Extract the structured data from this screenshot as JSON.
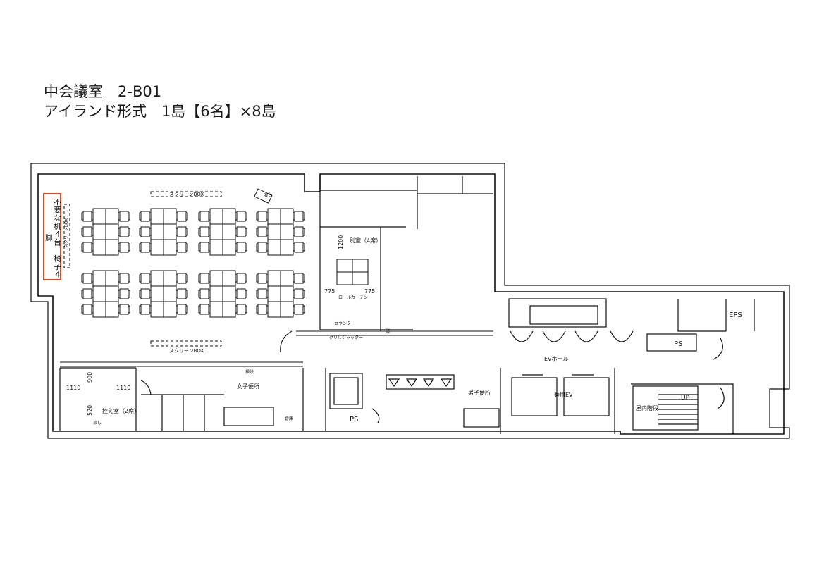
{
  "title": {
    "line1": "中会議室　2-B01",
    "line2": "アイランド形式　1島【6名】×8島"
  },
  "notice": {
    "text": "不要な机４台　椅子４脚"
  },
  "labels": {
    "screen_box_top": "スクリーンBOX",
    "screen_box_left": "スクリーンBOX",
    "screen_box_bottom": "スクリーンBOX",
    "podium": "演台",
    "separate_room": "別室（4席）",
    "dim_1200": "1200",
    "dim_775_left": "775",
    "dim_775_right": "775",
    "roll_curtain": "ロールカーテン",
    "counter": "カウンター",
    "grill_shutter": "グリルシャッター",
    "fire_hydrant": "消",
    "ev_hall": "EVホール",
    "ps_right": "PS",
    "eps": "EPS",
    "up": "UP",
    "indoor_stairs": "屋内階段",
    "freight_ev": "乗用EV",
    "mens_restroom": "男子便所",
    "ps_center": "PS",
    "womens_restroom": "女子便所",
    "waiting_room": "控え室（2席）",
    "dim_1110_left": "1110",
    "dim_900": "900",
    "dim_1110_right": "1110",
    "dim_520": "520",
    "sink_label_a": "流し",
    "sink_label_b": "掃除",
    "sink_label_c": "倉庫"
  },
  "layout_summary": {
    "islands": 8,
    "seats_per_island": 6
  }
}
